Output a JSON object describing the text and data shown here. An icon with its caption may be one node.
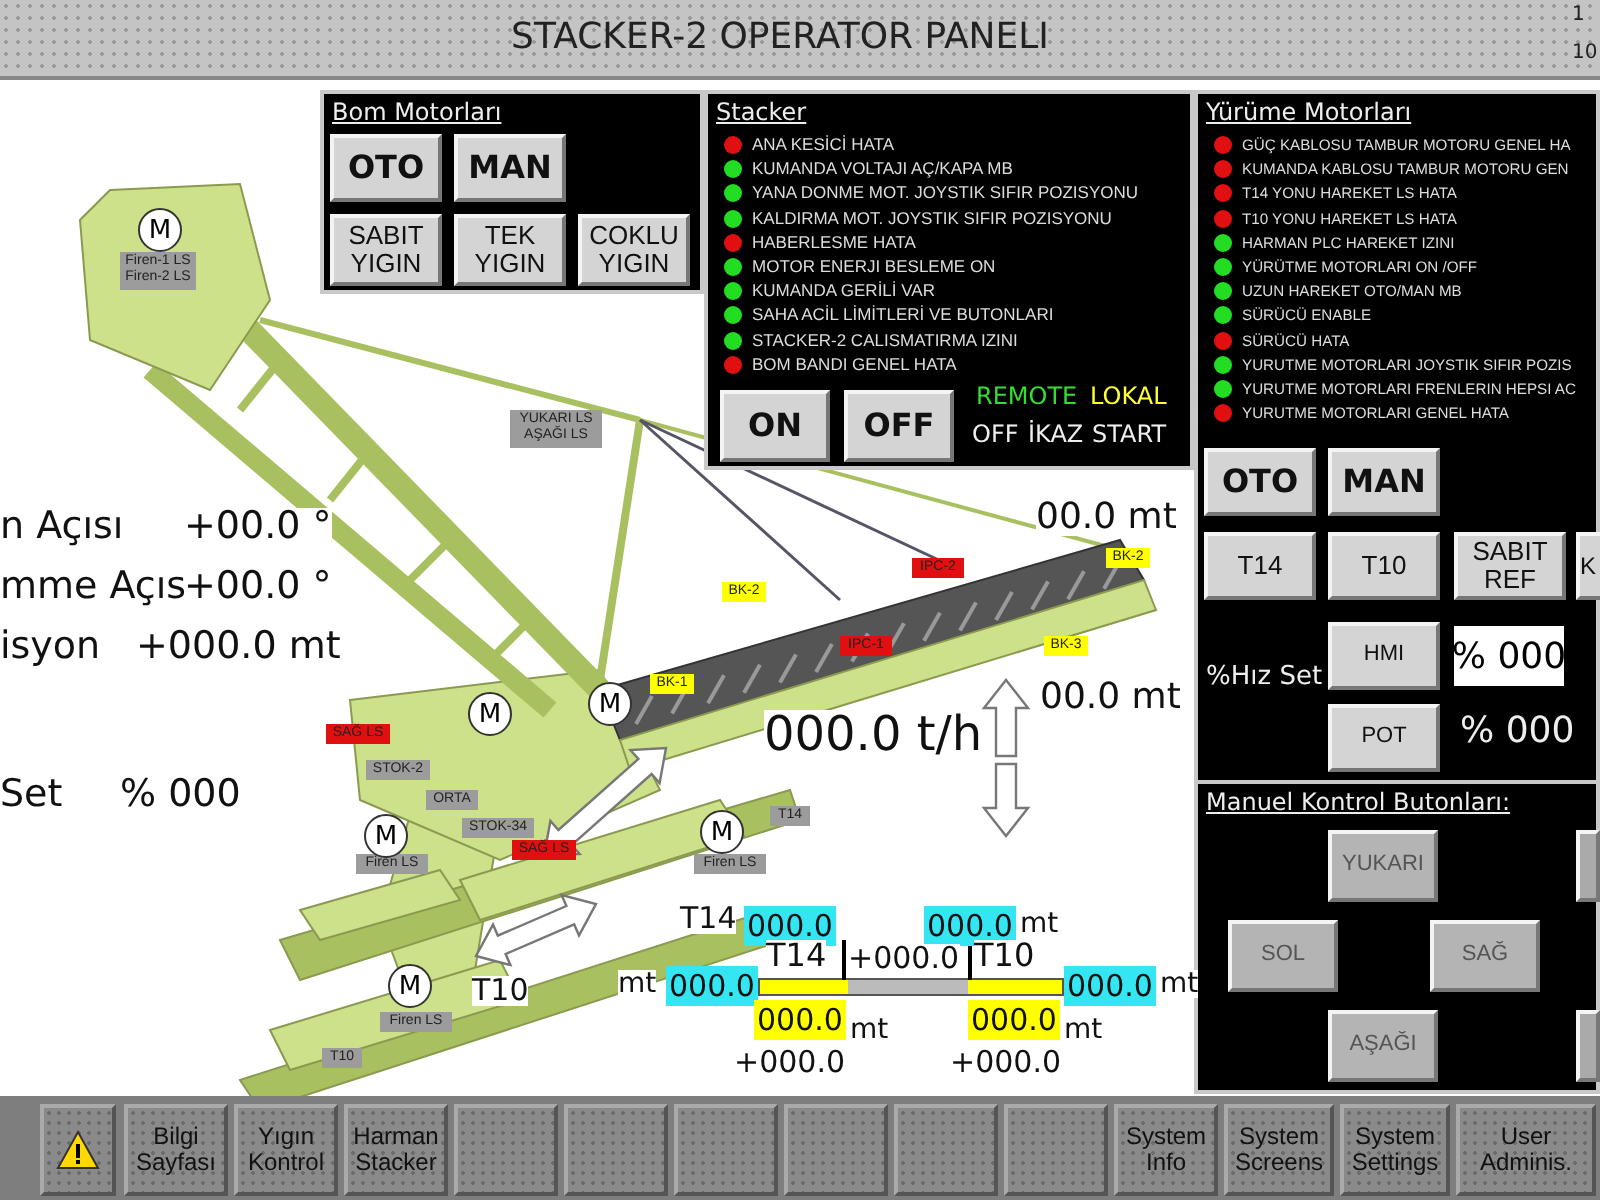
{
  "diagram": {
    "title": "STACKER-2 OPERATOR PANELI",
    "nodes": [
      {
        "text": [
          "Bom Motorları"
        ]
      },
      {
        "text": [
          "OTO"
        ],
        "in": 0
      },
      {
        "text": [
          "MAN"
        ],
        "in": 0
      },
      {
        "text": [
          "SABIT YIGIN"
        ],
        "in": 0
      },
      {
        "text": [
          "TEK YIGIN"
        ],
        "in": 0
      },
      {
        "text": [
          "COKLU YIGIN"
        ],
        "in": 0
      },
      {
        "text": [
          "Stacker"
        ]
      },
      {
        "text": [
          "ON"
        ],
        "in": 6
      },
      {
        "text": [
          "OFF"
        ],
        "in": 6
      },
      {
        "text": [
          "Yürüme Motorları"
        ]
      },
      {
        "text": [
          "OTO"
        ],
        "in": 9
      },
      {
        "text": [
          "MAN"
        ],
        "in": 9
      },
      {
        "text": [
          "T14"
        ],
        "in": 9
      },
      {
        "text": [
          "T10"
        ],
        "in": 9
      },
      {
        "text": [
          "SABIT REF"
        ],
        "in": 9
      },
      {
        "text": [
          "K"
        ],
        "in": 9
      },
      {
        "text": [
          "HMI"
        ],
        "in": 9
      },
      {
        "text": [
          "POT"
        ],
        "in": 9
      },
      {
        "text": [
          "% 000"
        ],
        "in": 9
      },
      {
        "text": [
          "Manuel Kontrol Butonları:"
        ]
      },
      {
        "text": [
          "YUKARI"
        ],
        "in": 19
      },
      {
        "text": [
          "SOL"
        ],
        "in": 19
      },
      {
        "text": [
          "SAĞ"
        ],
        "in": 19
      },
      {
        "text": [
          "AŞAĞI"
        ],
        "in": 19
      },
      {
        "text": [],
        "shape": "box",
        "in": 19
      },
      {
        "text": [],
        "shape": "box",
        "in": 19
      },
      {
        "text": [],
        "shape": "box"
      },
      {
        "text": [
          "Bilgi Sayfası"
        ]
      },
      {
        "text": [
          "Yıgın Kontrol"
        ]
      },
      {
        "text": [
          "Harman Stacker"
        ]
      },
      {
        "text": [],
        "shape": "box"
      },
      {
        "text": [],
        "shape": "box"
      },
      {
        "text": [],
        "shape": "box"
      },
      {
        "text": [],
        "shape": "box"
      },
      {
        "text": [],
        "shape": "box"
      },
      {
        "text": [],
        "shape": "box"
      },
      {
        "text": [
          "System Info"
        ]
      },
      {
        "text": [
          "System Screens"
        ]
      },
      {
        "text": [
          "System Settings"
        ]
      },
      {
        "text": [
          "User Adminis."
        ]
      },
      {
        "text": [
          "Firen-1 LS Firen-2 LS"
        ]
      },
      {
        "text": [
          "YUKARI LS AŞAĞI LS"
        ]
      },
      {
        "text": [
          "BK-2"
        ]
      },
      {
        "text": [
          "IPC-2"
        ]
      },
      {
        "text": [
          "BK-2"
        ]
      },
      {
        "text": [
          "BK-1"
        ]
      },
      {
        "text": [
          "IPC-1"
        ]
      },
      {
        "text": [
          "BK-3"
        ]
      },
      {
        "text": [
          "SAĞ LS"
        ]
      },
      {
        "text": [
          "STOK-2"
        ]
      },
      {
        "text": [
          "ORTA"
        ]
      },
      {
        "text": [
          "STOK-34"
        ]
      },
      {
        "text": [
          "SAĞ LS"
        ]
      },
      {
        "text": [
          "T14"
        ]
      },
      {
        "text": [
          "T10"
        ]
      },
      {
        "text": [
          "Firen LS"
        ]
      },
      {
        "text": [
          "Firen LS"
        ]
      },
      {
        "text": [
          "Firen LS"
        ]
      },
      {
        "text": [
          "M"
        ]
      },
      {
        "text": [
          "M"
        ]
      },
      {
        "text": [
          "M"
        ]
      },
      {
        "text": [
          "M"
        ]
      },
      {
        "text": [
          "M"
        ]
      },
      {
        "text": [
          "M"
        ]
      },
      {
        "text": [
          "000.0"
        ]
      },
      {
        "text": [
          "000.0"
        ],
        "beside": [
          "mt"
        ]
      },
      {
        "text": [
          "000.0"
        ],
        "beside": [
          "mt"
        ]
      },
      {
        "text": [
          "000.0"
        ],
        "beside": [
          "mt"
        ]
      },
      {
        "text": [
          "000.0"
        ],
        "beside": [
          "mt"
        ]
      },
      {
        "text": [
          "000.0"
        ],
        "beside": [
          "mt"
        ]
      }
    ],
    "labels": [
      "1",
      "10",
      "REMOTE",
      "LOKAL",
      "OFF",
      "İKAZ",
      "START",
      "n Açısı",
      "+00.0 °",
      "mme Açıs",
      "+00.0 °",
      "isyon",
      "+000.0 mt",
      "00.0 mt",
      "%Hız Set",
      "000.0 t/h",
      "00.0 mt",
      "% 000",
      "Set",
      "% 000",
      "T14",
      "T14",
      "+000.0",
      "T10",
      "T10",
      "+000.0",
      "+000.0"
    ],
    "legend": [
      {
        "text": "ANA KESİCİ HATA",
        "color": "#e01010"
      },
      {
        "text": "KUMANDA VOLTAJI AÇ/KAPA MB",
        "color": "#22dd22"
      },
      {
        "text": "YANA DONME MOT. JOYSTIK SIFIR POZISYONU",
        "color": "#22dd22"
      },
      {
        "text": "KALDIRMA MOT. JOYSTIK SIFIR POZISYONU",
        "color": "#22dd22"
      },
      {
        "text": "HABERLESME HATA",
        "color": "#e01010"
      },
      {
        "text": "MOTOR ENERJI BESLEME ON",
        "color": "#22dd22"
      },
      {
        "text": "KUMANDA GERİLİ VAR",
        "color": "#22dd22"
      },
      {
        "text": "SAHA ACİL LİMİTLERİ VE BUTONLARI",
        "color": "#22dd22"
      },
      {
        "text": "STACKER-2 CALISMATIRMA IZINI",
        "color": "#22dd22"
      },
      {
        "text": "BOM BANDI GENEL HATA",
        "color": "#e01010"
      },
      {
        "text": "GÜÇ KABLOSU TAMBUR MOTORU GENEL HA",
        "color": "#e01010"
      },
      {
        "text": "KUMANDA KABLOSU TAMBUR MOTORU GEN",
        "color": "#e01010"
      },
      {
        "text": "T14 YONU HAREKET LS HATA",
        "color": "#e01010"
      },
      {
        "text": "T10 YONU HAREKET LS HATA",
        "color": "#e01010"
      },
      {
        "text": "HARMAN PLC HAREKET IZINI",
        "color": "#22dd22"
      },
      {
        "text": "YÜRÜTME MOTORLARI ON /OFF",
        "color": "#22dd22"
      },
      {
        "text": "UZUN HAREKET OTO/MAN MB",
        "color": "#22dd22"
      },
      {
        "text": "SÜRÜCÜ ENABLE",
        "color": "#22dd22"
      },
      {
        "text": "SÜRÜCÜ HATA",
        "color": "#e01010"
      },
      {
        "text": "YURUTME MOTORLARI JOYSTIK SIFIR POZIS",
        "color": "#22dd22"
      },
      {
        "text": "YURUTME MOTORLARI FRENLERIN HEPSI AC",
        "color": "#22dd22"
      },
      {
        "text": "YURUTME MOTORLARI  GENEL HATA",
        "color": "#e01010"
      }
    ]
  }
}
